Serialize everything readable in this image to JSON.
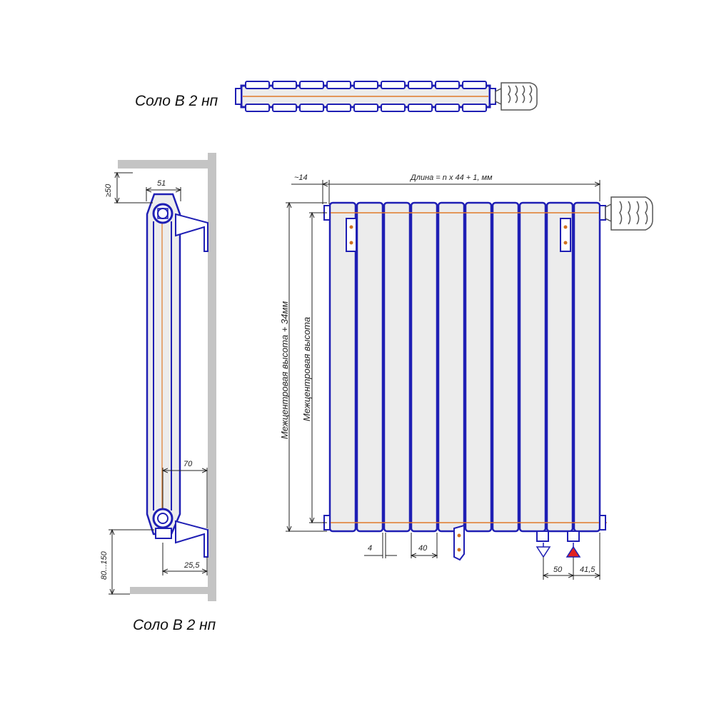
{
  "top_view": {
    "title": "Соло В 2 нп"
  },
  "side_view": {
    "title": "Соло В 2 нп",
    "dims": {
      "wall_gap": "≥50",
      "depth": "51",
      "bracket": "70",
      "pipe_offset": "25,5",
      "floor_gap": "80...150"
    }
  },
  "front_view": {
    "dims": {
      "length": "Длина = n x 44 + 1, мм",
      "offset_left": "~14",
      "height_total": "Межцентровая высота + 34мм",
      "height_center": "Межцентровая высота",
      "gap": "4",
      "section_width": "40",
      "conn_spacing": "50",
      "conn_offset": "41,5"
    }
  },
  "colors": {
    "outline": "#1f1fb4",
    "axis": "#e07a2a",
    "section_fill": "#ececec",
    "wall": "#c4c4c4",
    "inlet_arrow": "#e02020"
  }
}
